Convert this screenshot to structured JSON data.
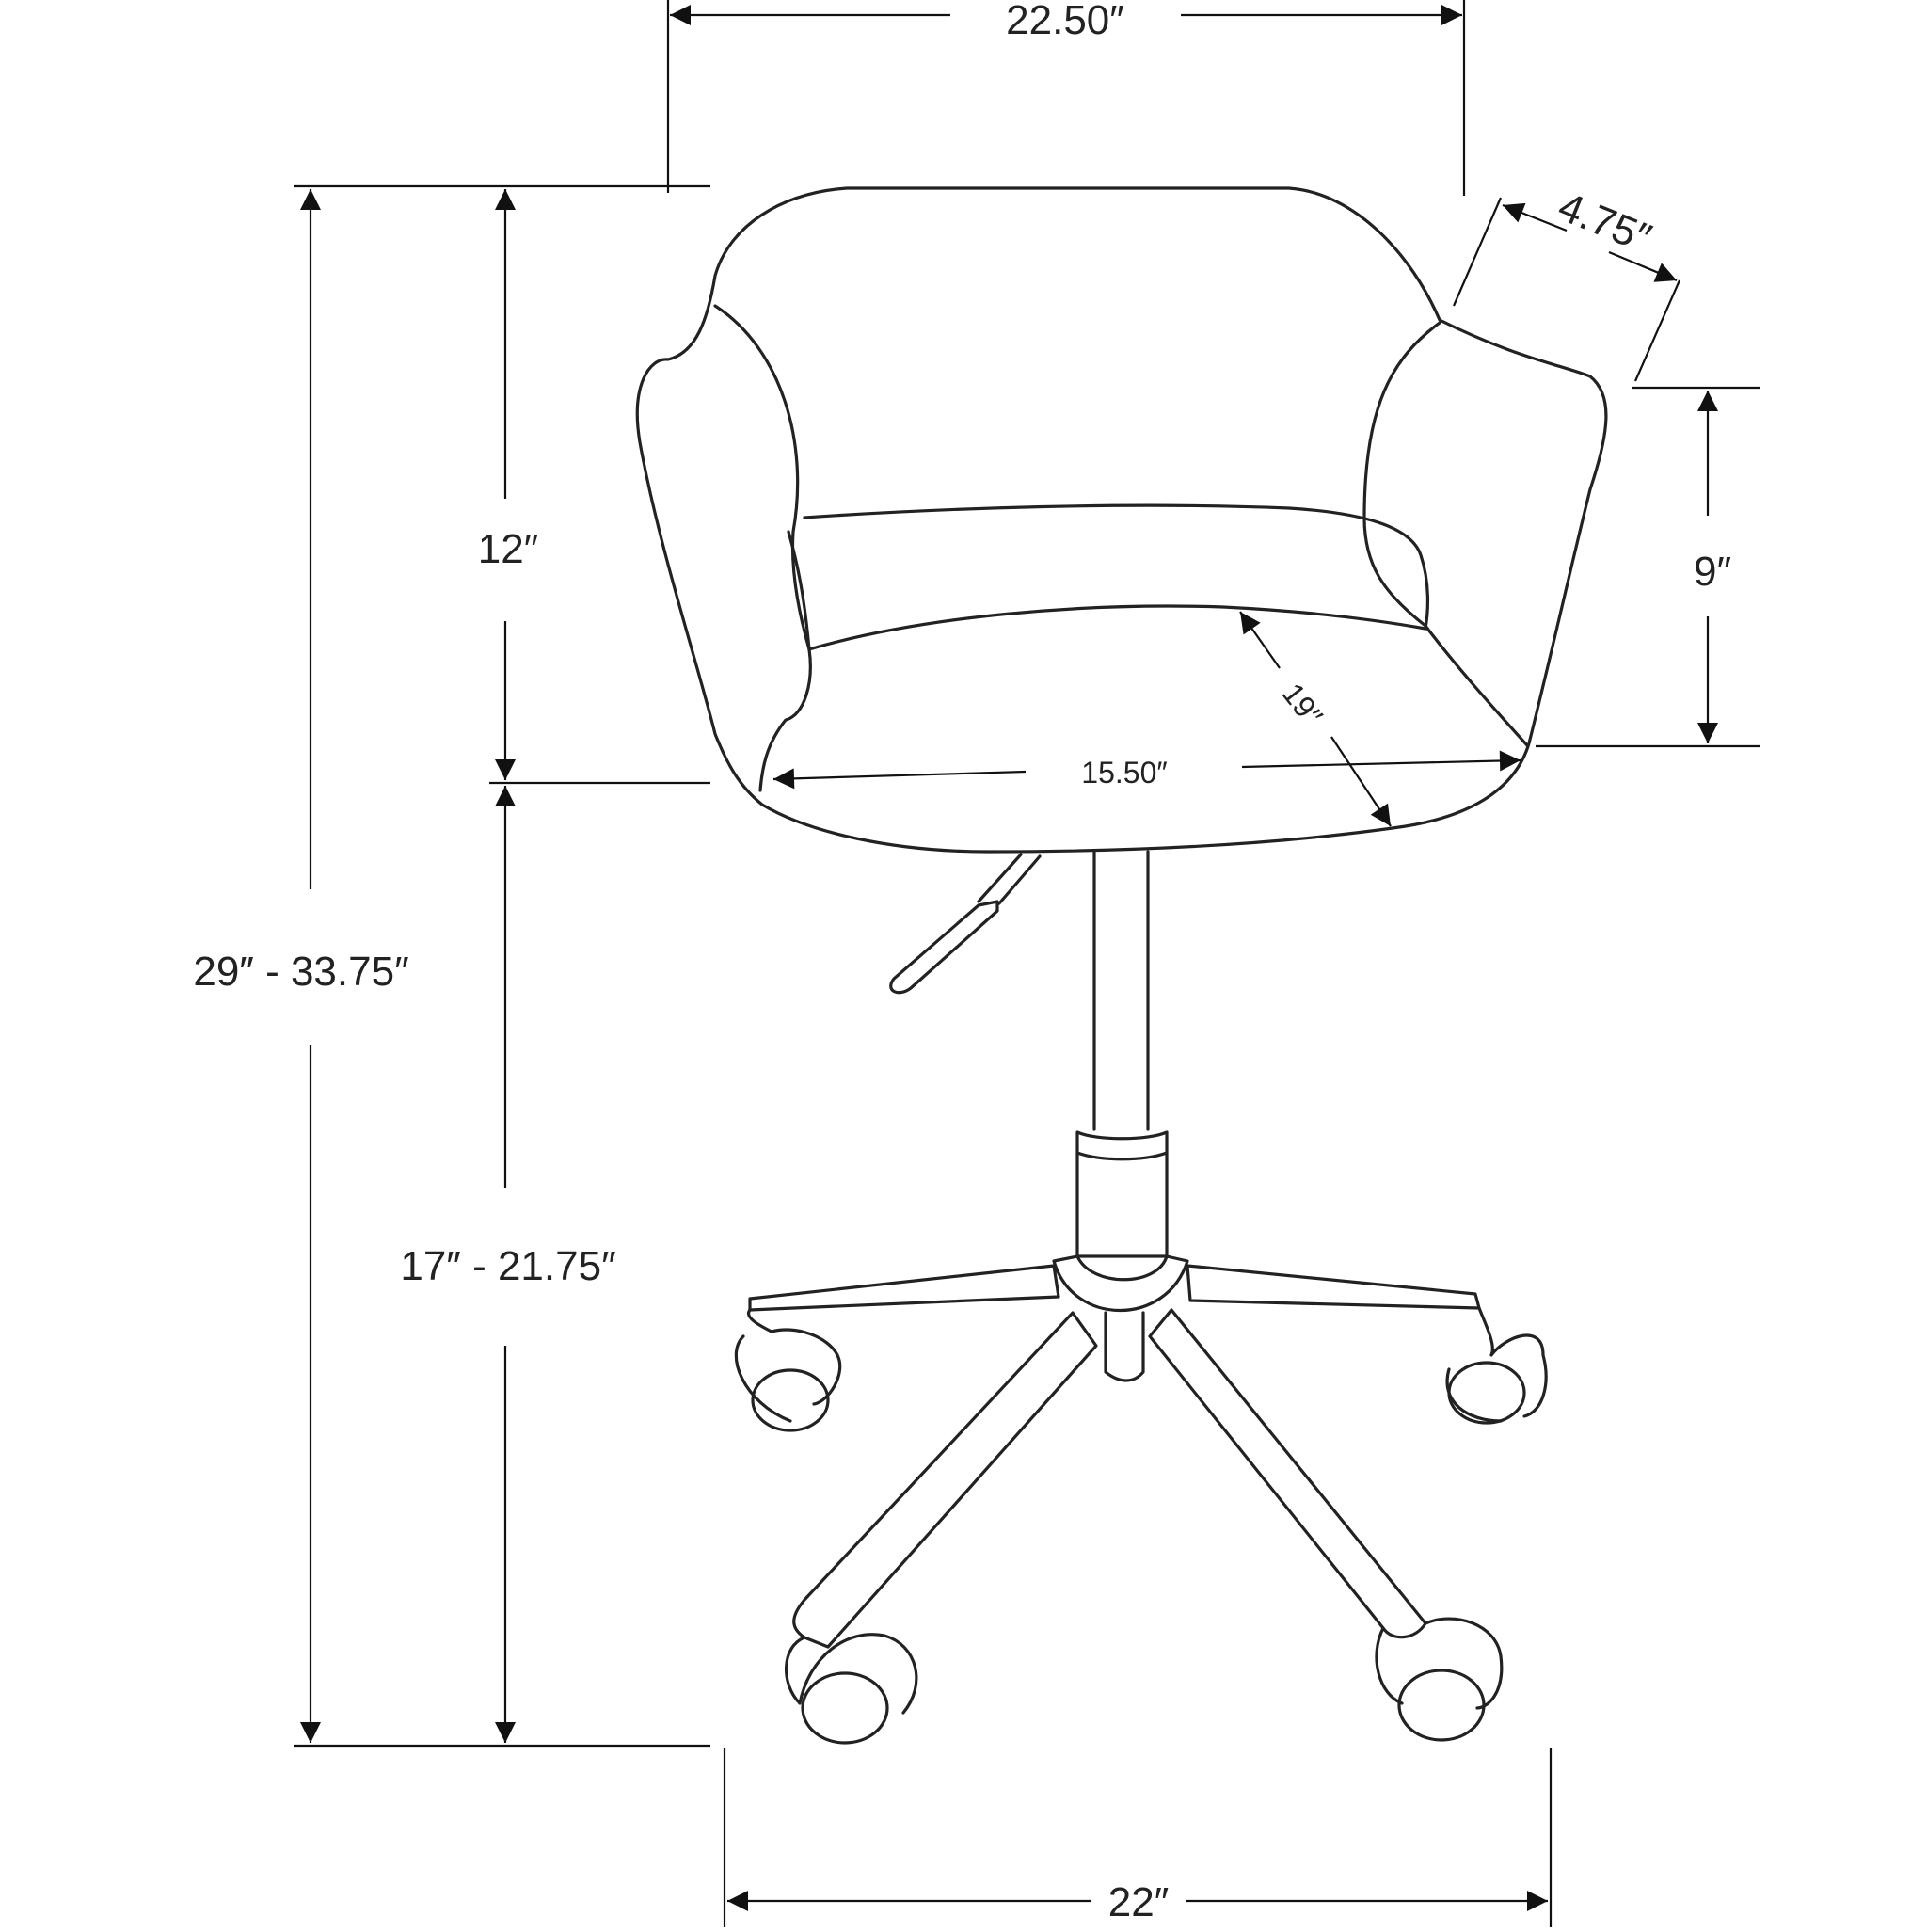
{
  "dimensions": {
    "overall_width": "22.50″",
    "back_thickness": "4.75″",
    "back_height": "12″",
    "arm_height": "9″",
    "overall_height": "29″ - 33.75″",
    "seat_height": "17″ - 21.75″",
    "seat_width": "15.50″",
    "seat_depth": "19″",
    "base_width": "22″"
  }
}
